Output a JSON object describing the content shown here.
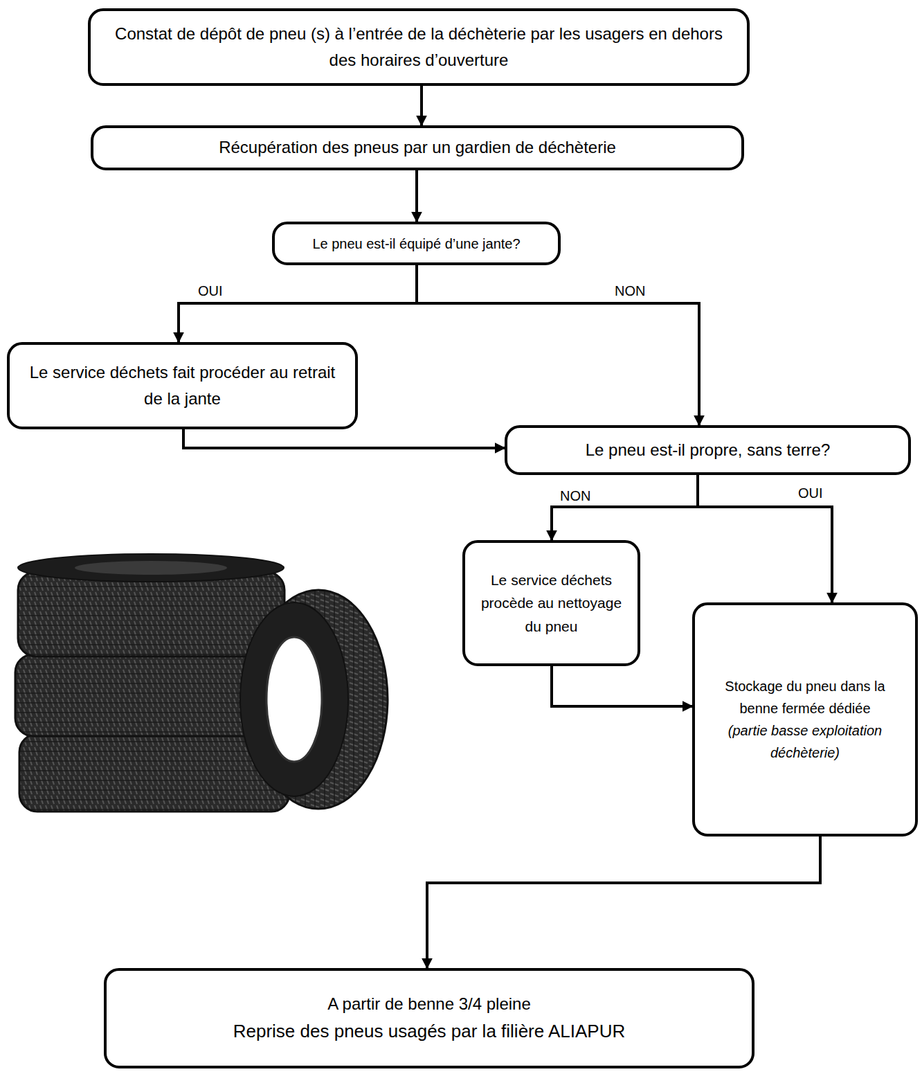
{
  "diagram": {
    "nodes": [
      {
        "text": [
          "Constat de dépôt de pneu (s) à l’entrée de la déchèterie par les usagers en dehors des horaires d’ouverture"
        ]
      },
      {
        "text": [
          "Récupération des pneus par un gardien de déchèterie"
        ]
      },
      {
        "text": [
          "Le pneu est-il équipé d’une jante?"
        ]
      },
      {
        "text": [
          "Le service déchets fait procéder au retrait de la jante"
        ]
      },
      {
        "text": [
          "Le pneu est-il propre, sans terre?"
        ]
      },
      {
        "text": [
          "Le service déchets procède au nettoyage du pneu"
        ]
      },
      {
        "text": [
          "Stockage du pneu dans la benne fermée dédiée",
          "(partie basse exploitation déchèterie)"
        ]
      },
      {
        "text": [
          "A partir de benne 3/4 pleine",
          "Reprise des pneus usagés par la filière ALIAPUR"
        ]
      }
    ],
    "edges": [
      {
        "from": 0,
        "to": 1,
        "arrow": "to"
      },
      {
        "from": 1,
        "to": 2,
        "arrow": "to"
      },
      {
        "from": 2,
        "to": 3,
        "label": "OUI",
        "arrow": "to"
      },
      {
        "from": 2,
        "to": 4,
        "label": "NON",
        "arrow": "to"
      },
      {
        "from": 3,
        "to": 4,
        "arrow": "to"
      },
      {
        "from": 4,
        "to": 5,
        "label": "NON",
        "arrow": "to"
      },
      {
        "from": 4,
        "to": 6,
        "label": "OUI",
        "arrow": "to"
      },
      {
        "from": 5,
        "to": 6,
        "arrow": "to"
      },
      {
        "from": 6,
        "to": 7,
        "arrow": "to"
      }
    ]
  }
}
